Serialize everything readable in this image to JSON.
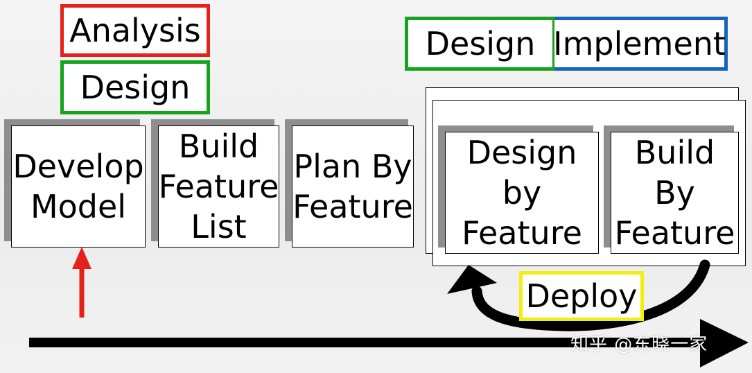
{
  "left_labels": {
    "analysis": "Analysis",
    "design": "Design"
  },
  "right_labels": {
    "design": "Design",
    "implement": "Implement"
  },
  "processes": {
    "develop_model": "Develop\nModel",
    "build_feature_list": "Build\nFeature\nList",
    "plan_by_feature": "Plan By\nFeature",
    "design_by_feature": "Design by\nFeature",
    "build_by_feature": "Build By\nFeature"
  },
  "deploy_label": "Deploy",
  "watermark": "知乎 @东晓一家",
  "colors": {
    "analysis_border": "#e3231b",
    "design_border": "#18a31f",
    "implement_border": "#1565c0",
    "deploy_border": "#f2ee14",
    "up_arrow": "#e3231b",
    "timeline": "#000000"
  }
}
